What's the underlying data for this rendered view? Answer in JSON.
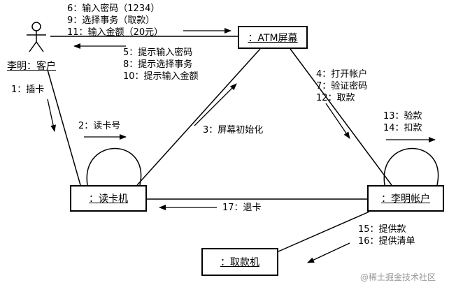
{
  "actor": {
    "label": "李明：客户"
  },
  "objects": {
    "atm_screen": "：ATM屏幕",
    "card_reader": "：读卡机",
    "account": "：李明帐户",
    "dispenser": "：取款机"
  },
  "messages": {
    "actor_to_screen": [
      "6：输入密码（1234）",
      "9：选择事务（取款）",
      "11：输入金额（20元）"
    ],
    "screen_to_actor": [
      "5：提示输入密码",
      "8：提示选择事务",
      "10：提示输入金额"
    ],
    "actor_to_reader": [
      "1：插卡"
    ],
    "reader_self": [
      "2：读卡号"
    ],
    "reader_to_screen": [
      "3：屏幕初始化"
    ],
    "screen_to_account": [
      "4：打开帐户",
      "7：验证密码",
      "12：取款"
    ],
    "account_self": [
      "13：验款",
      "14：扣款"
    ],
    "account_to_reader": [
      "17：退卡"
    ],
    "account_to_dispenser": [
      "15：提供款",
      "16：提供清单"
    ]
  },
  "watermark": "@稀土掘金技术社区"
}
